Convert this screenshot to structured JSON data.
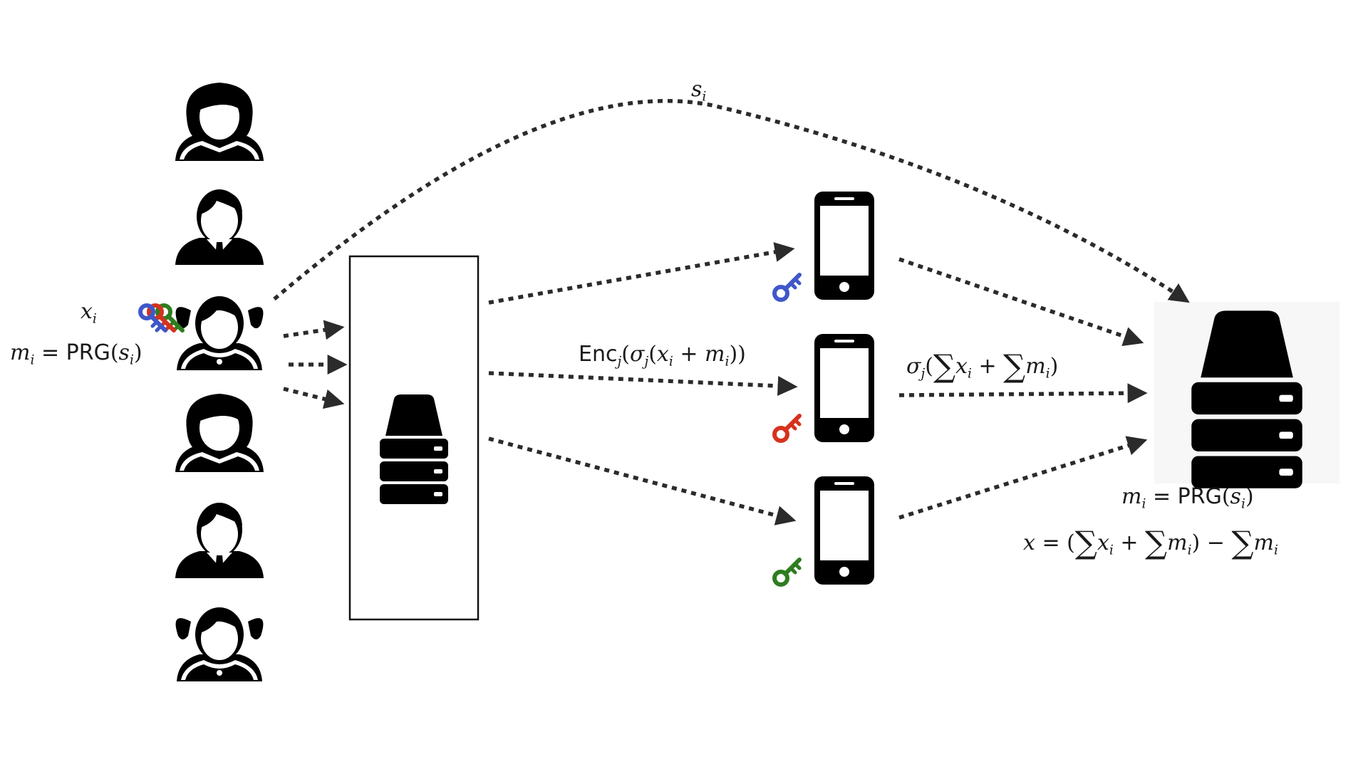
{
  "labels": {
    "top_seed": {
      "base": "s",
      "sub": "i"
    },
    "left_input": {
      "base": "x",
      "sub": "i"
    },
    "left_mask": {
      "m": "m",
      "i": "i",
      "eq": "=",
      "prg": "PRG",
      "s": "s",
      "si": "i"
    },
    "enc": {
      "enc": "Enc",
      "j": "j",
      "sigma": "σ",
      "sj": "j",
      "x": "x",
      "xi": "i",
      "plus": "+",
      "m": "m",
      "mi": "i"
    },
    "phone_out": {
      "sigma": "σ",
      "sj": "j",
      "sum1": "∑",
      "x": "x",
      "xi": "i",
      "plus": "+",
      "sum2": "∑",
      "m": "m",
      "mi": "i"
    },
    "right_mask": {
      "m": "m",
      "i": "i",
      "eq": "=",
      "prg": "PRG",
      "s": "s",
      "si": "i"
    },
    "right_result": {
      "x": "x",
      "eq": "=",
      "sum1": "∑",
      "xi_base": "x",
      "xi": "i",
      "plus": "+",
      "sum2": "∑",
      "m1": "m",
      "mi1": "i",
      "minus": "−",
      "sum3": "∑",
      "m2": "m",
      "mi2": "i"
    }
  },
  "colors": {
    "ink": "#000000",
    "arrow": "#2b2b2b",
    "key_blue": "#3f57c9",
    "key_red": "#d6321e",
    "key_green": "#2e7d1f"
  },
  "icons": {
    "users": [
      "woman-icon",
      "man-icon",
      "girl-icon",
      "woman-icon",
      "man-icon",
      "girl-icon"
    ],
    "devices": [
      "smartphone-icon",
      "smartphone-icon",
      "smartphone-icon"
    ],
    "servers": [
      "shuffler-server-icon",
      "aggregator-server-icon"
    ],
    "keys": [
      "key-icon-blue",
      "key-icon-red",
      "key-icon-green"
    ]
  }
}
